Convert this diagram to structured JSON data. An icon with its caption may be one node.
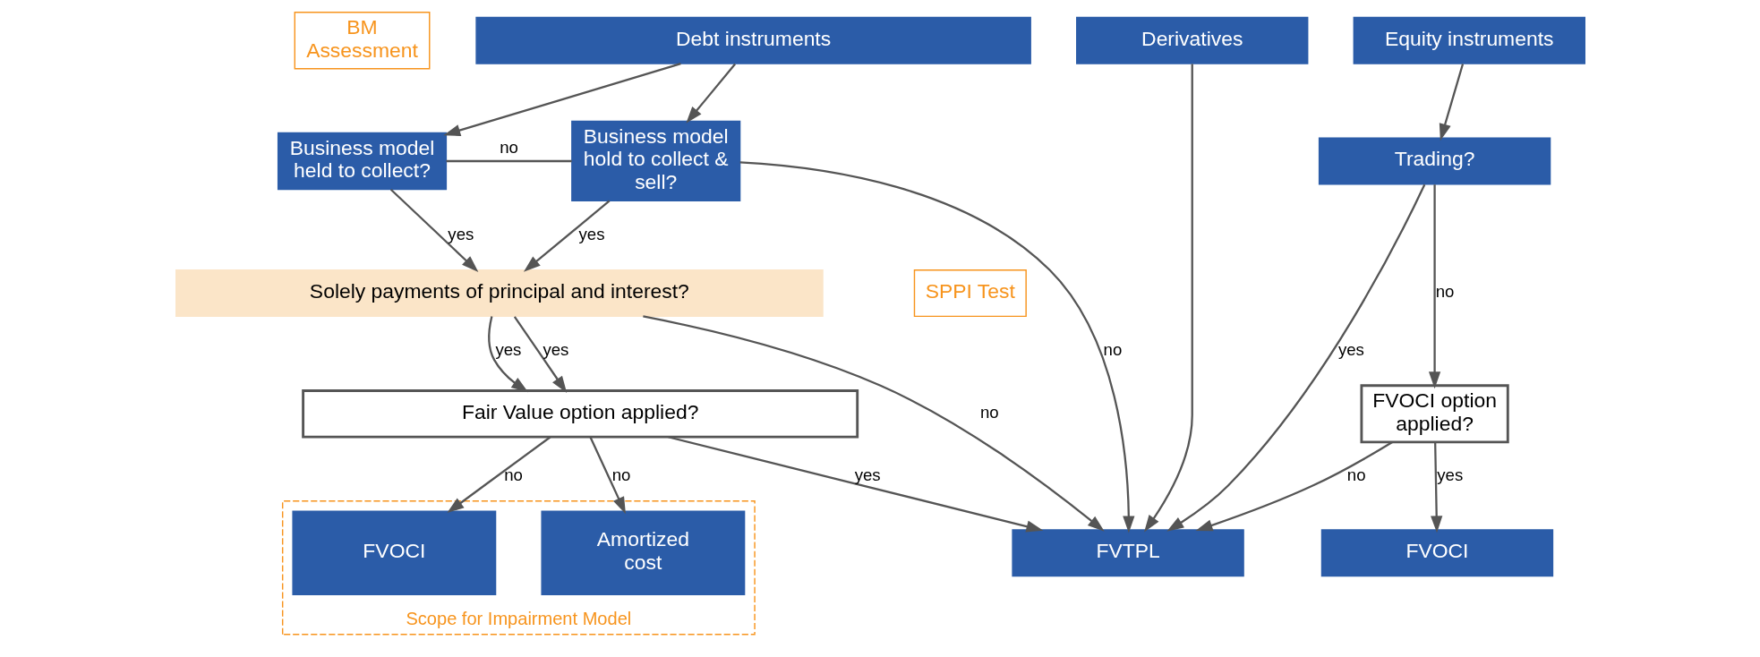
{
  "diagram": {
    "nodes": [
      {
        "text": [
          "Debt instruments"
        ]
      },
      {
        "text": [
          "Derivatives"
        ]
      },
      {
        "text": [
          "Equity instruments"
        ]
      },
      {
        "text": [
          "BM Assessment"
        ]
      },
      {
        "text": [
          "Business model held to collect?"
        ]
      },
      {
        "text": [
          "Business model hold to collect & sell?"
        ]
      },
      {
        "text": [
          "Trading?"
        ]
      },
      {
        "text": [
          "Solely payments of principal and interest?"
        ]
      },
      {
        "text": [
          "SPPI Test"
        ]
      },
      {
        "text": [
          "Fair Value option applied?"
        ]
      },
      {
        "text": [
          "FVOCI option applied?"
        ]
      },
      {
        "text": [
          "Scope for Impairment Model"
        ]
      },
      {
        "text": [
          "Amortized cost"
        ],
        "in": 11
      },
      {
        "text": [
          "FVOCI"
        ],
        "in": 11
      },
      {
        "text": [
          "FVTPL"
        ]
      },
      {
        "text": [
          "FVOCI"
        ]
      }
    ],
    "edges": [
      {
        "from": 0,
        "to": 4,
        "arrow": "to"
      },
      {
        "from": 0,
        "to": 5,
        "arrow": "to"
      },
      {
        "from": 4,
        "to": 5,
        "arrow": "none",
        "label": "no"
      },
      {
        "from": 5,
        "to": 14,
        "arrow": "to",
        "label": "no"
      },
      {
        "from": 4,
        "to": 7,
        "arrow": "to",
        "label": "yes"
      },
      {
        "from": 5,
        "to": 7,
        "arrow": "to",
        "label": "yes"
      },
      {
        "from": 7,
        "to": 14,
        "arrow": "to",
        "label": "no"
      },
      {
        "from": 7,
        "to": 9,
        "arrow": "to",
        "label": "yes"
      },
      {
        "from": 7,
        "to": 9,
        "arrow": "to",
        "label": "yes"
      },
      {
        "from": 9,
        "to": 12,
        "arrow": "to",
        "label": "no"
      },
      {
        "from": 9,
        "to": 13,
        "arrow": "to",
        "label": "no"
      },
      {
        "from": 9,
        "to": 14,
        "arrow": "to",
        "label": "yes"
      },
      {
        "from": 1,
        "to": 14,
        "arrow": "to"
      },
      {
        "from": 2,
        "to": 6,
        "arrow": "to"
      },
      {
        "from": 6,
        "to": 14,
        "arrow": "to",
        "label": "yes"
      },
      {
        "from": 6,
        "to": 10,
        "arrow": "to",
        "label": "no"
      },
      {
        "from": 10,
        "to": 14,
        "arrow": "to",
        "label": "no"
      },
      {
        "from": 10,
        "to": 15,
        "arrow": "to",
        "label": "yes"
      }
    ]
  }
}
